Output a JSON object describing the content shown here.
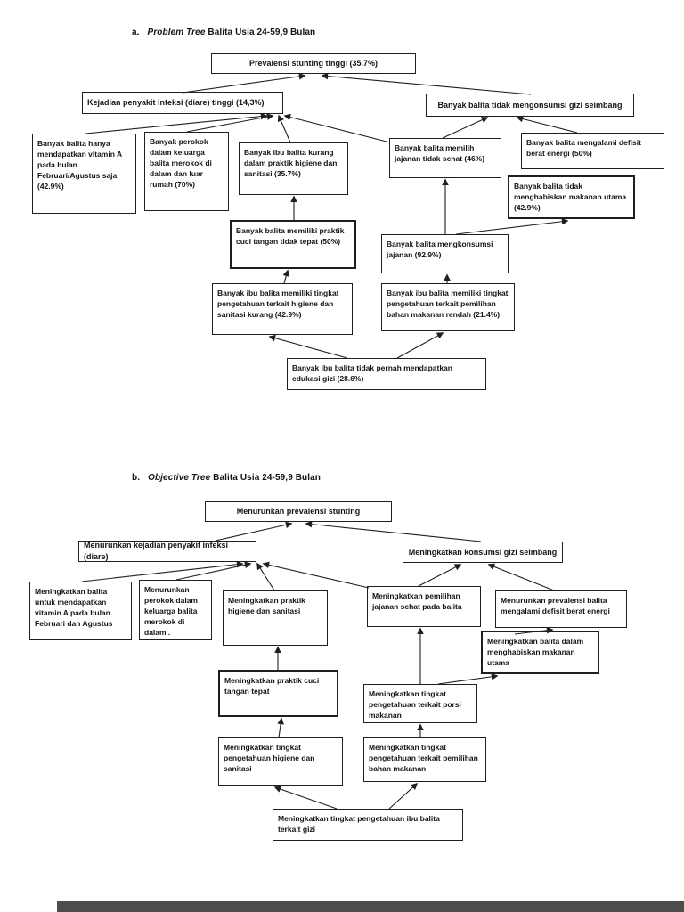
{
  "document": {
    "background": "#ffffff",
    "ink_color": "#1f1f1f",
    "bottom_edge_color": "#4d4d4d"
  },
  "tree_a": {
    "label": "a.",
    "title_italic": "Problem Tree",
    "title_rest": "Balita Usia 24-59,9 Bulan",
    "nodes": {
      "root": "Prevalensi stunting tinggi (35.7%)",
      "infeksi": "Kejadian penyakit infeksi (diare) tinggi (14,3%)",
      "gizi_seimbang": "Banyak balita tidak mengonsumsi gizi seimbang",
      "vitamin_a": "Banyak balita hanya mendapatkan vitamin A pada bulan Februari/Agustus saja (42.9%)",
      "perokok": "Banyak perokok dalam keluarga balita merokok di dalam dan luar rumah (70%)",
      "higiene_sanitasi": "Banyak ibu balita kurang dalam praktik higiene dan sanitasi (35.7%)",
      "jajanan_tidak_sehat": "Banyak balita memilih jajanan tidak sehat (46%)",
      "defisit_energi": "Banyak balita mengalami defisit berat energi (50%)",
      "makanan_utama": "Banyak balita tidak menghabiskan makanan utama (42.9%)",
      "cuci_tangan": "Banyak balita memiliki praktik cuci tangan tidak tepat (50%)",
      "konsumsi_jajanan": "Banyak balita mengkonsumsi jajanan (92.9%)",
      "pengetahuan_higiene": "Banyak ibu balita memiliki tingkat pengetahuan terkait higiene dan sanitasi kurang (42.9%)",
      "pengetahuan_bahan": "Banyak ibu balita memiliki tingkat pengetahuan terkait pemilihan bahan makanan rendah (21.4%)",
      "edukasi_gizi": "Banyak ibu balita tidak pernah mendapatkan edukasi gizi (28.6%)"
    }
  },
  "tree_b": {
    "label": "b.",
    "title_italic": "Objective Tree",
    "title_rest": "Balita Usia 24-59,9 Bulan",
    "nodes": {
      "root": "Menurunkan prevalensi stunting",
      "infeksi": "Menurunkan kejadian penyakit infeksi (diare)",
      "gizi_seimbang": "Meningkatkan konsumsi gizi seimbang",
      "vitamin_a": "Meningkatkan balita untuk mendapatkan vitamin A pada bulan Februari dan Agustus",
      "perokok": "Menurunkan perokok dalam keluarga balita merokok di dalam .",
      "higiene_sanitasi": "Meningkatkan praktik higiene dan sanitasi",
      "jajanan_sehat": "Meningkatkan pemilihan jajanan sehat pada balita",
      "defisit_energi": "Menurunkan prevalensi balita mengalami defisit berat energi",
      "makanan_utama": "Meningkatkan balita dalam menghabiskan makanan utama",
      "cuci_tangan": "Meningkatkan praktik cuci tangan tepat",
      "porsi_makanan": "Meningkatkan tingkat pengetahuan terkait porsi makanan",
      "pengetahuan_higiene": "Meningkatkan tingkat pengetahuan higiene dan sanitasi",
      "pengetahuan_bahan": "Meningkatkan tingkat pengetahuan terkait pemilihan bahan makanan",
      "edukasi_gizi": "Meningkatkan tingkat pengetahuan ibu balita terkait gizi"
    }
  }
}
